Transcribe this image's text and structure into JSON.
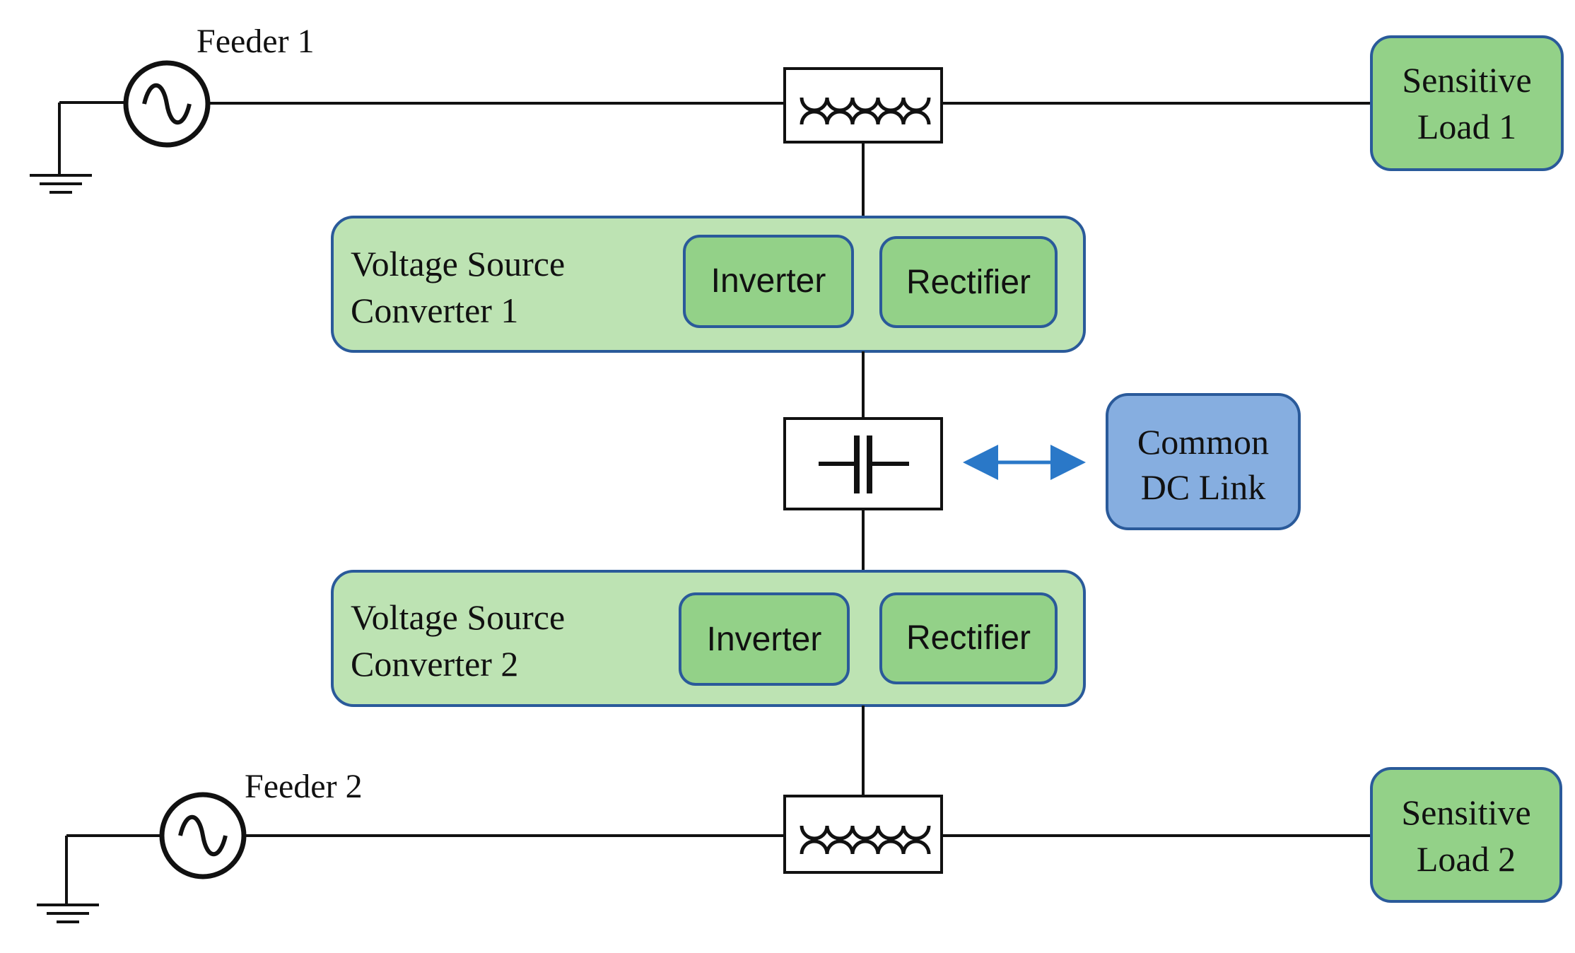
{
  "feeders": [
    {
      "label": "Feeder 1"
    },
    {
      "label": "Feeder 2"
    }
  ],
  "loads": [
    {
      "line1": "Sensitive",
      "line2": "Load 1"
    },
    {
      "line1": "Sensitive",
      "line2": "Load 2"
    }
  ],
  "converters": [
    {
      "line1": "Voltage Source",
      "line2": "Converter 1",
      "inverter": "Inverter",
      "rectifier": "Rectifier"
    },
    {
      "line1": "Voltage Source",
      "line2": "Converter 2",
      "inverter": "Inverter",
      "rectifier": "Rectifier"
    }
  ],
  "dc_link": {
    "line1": "Common",
    "line2": "DC Link"
  },
  "colors": {
    "outer_box_fill": "#bde3b3",
    "inner_box_fill": "#93d188",
    "box_stroke": "#2a5a9a",
    "dc_link_fill": "#86aee0",
    "arrow": "#2a78c8"
  }
}
